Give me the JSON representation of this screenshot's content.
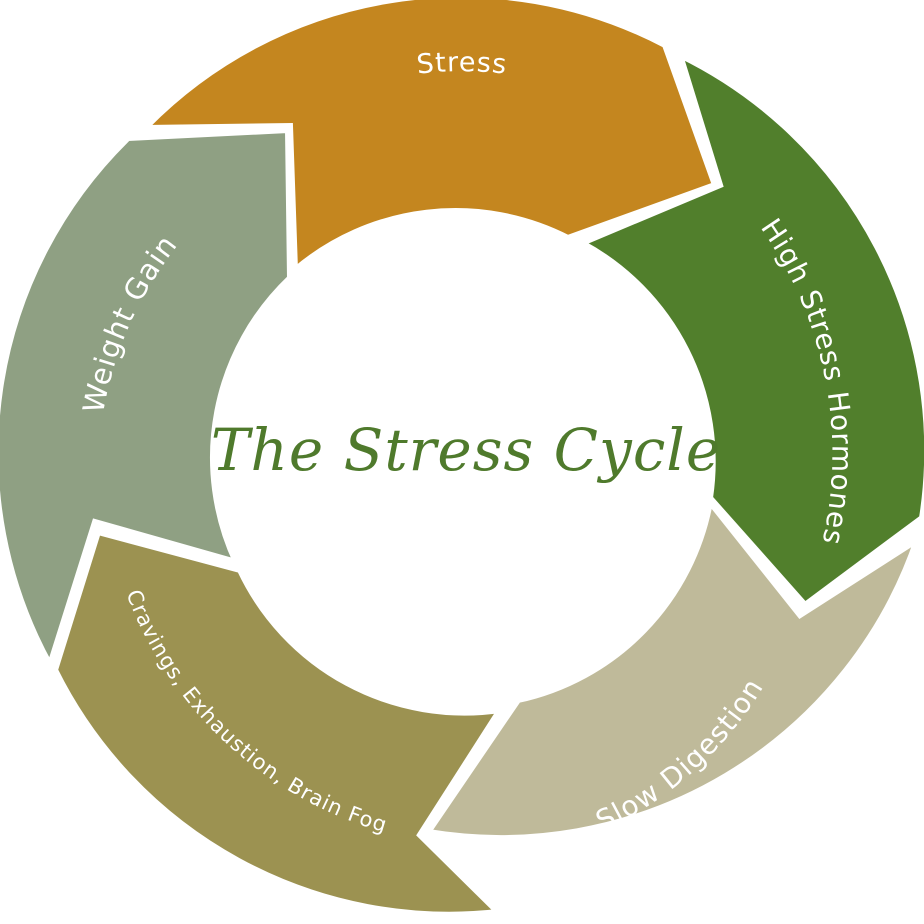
{
  "diagram": {
    "title": "The Stress Cycle",
    "title_color": "#4f7a2c",
    "center_color": "#ffffff",
    "segments": [
      {
        "label": "Stress",
        "color": "#c4861f"
      },
      {
        "label": "High Stress Hormones",
        "color": "#517f2c"
      },
      {
        "label": "Slow Digestion",
        "color": "#bfba9a"
      },
      {
        "label": "Cravings, Exhaustion, Brain Fog",
        "color": "#9c9251"
      },
      {
        "label": "Weight Gain",
        "color": "#8fa083"
      }
    ]
  }
}
